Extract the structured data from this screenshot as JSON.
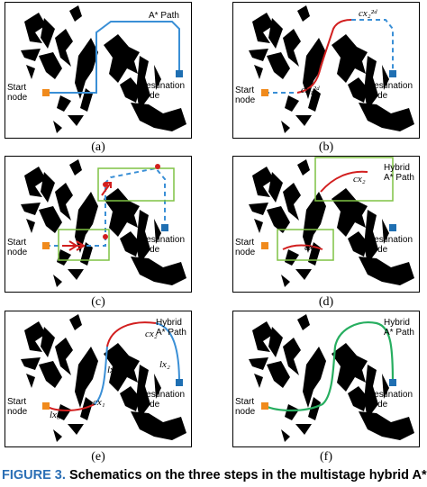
{
  "panels": [
    {
      "label": "(a)",
      "title": "A* Path",
      "start": "Start node",
      "dest": "Destination node",
      "annotations": []
    },
    {
      "label": "(b)",
      "title": "",
      "start": "Start node",
      "dest": "Destination node",
      "annotations": [
        "cx₂²ᵈ",
        "cx₁²ᵈ"
      ]
    },
    {
      "label": "(c)",
      "title": "",
      "start": "Start node",
      "dest": "Destination node",
      "annotations": []
    },
    {
      "label": "(d)",
      "title": "Hybrid A* Path",
      "start": "Start node",
      "dest": "Destination node",
      "annotations": [
        "cx₂",
        "cx₁"
      ]
    },
    {
      "label": "(e)",
      "title": "Hybrid A* Path",
      "start": "Start node",
      "dest": "Destination node",
      "annotations": [
        "cx₂",
        "lx₁",
        "lx₂",
        "cx₁",
        "lx₀"
      ]
    },
    {
      "label": "(f)",
      "title": "Hybrid A* Path",
      "start": "Start node",
      "dest": "Destination node",
      "annotations": []
    }
  ],
  "caption": {
    "figure": "FIGURE 3.",
    "text": "Schematics on the three steps in the multistage hybrid A*"
  },
  "colors": {
    "obstacle": "#000000",
    "astar": "#3a8fd6",
    "curve": "#d21f1f",
    "green": "#27ae60",
    "box": "#7fc244",
    "start": "#f08a1c",
    "dest": "#1f6fb2"
  }
}
